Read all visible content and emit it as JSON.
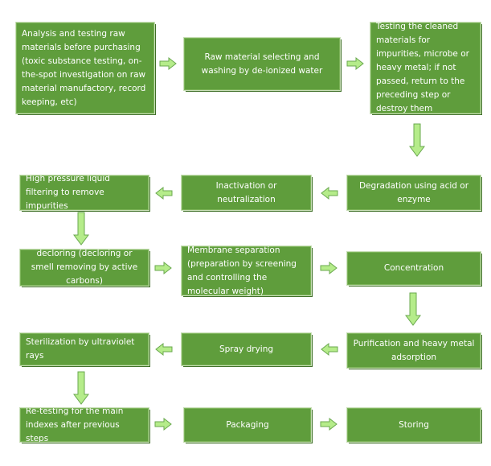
{
  "steps": [
    "Analysis and testing raw materials before purchasing (toxic substance testing, on-the-spot investigation on raw material manufactory, record keeping, etc)",
    "Raw material selecting and washing by de-ionized water",
    "Testing the cleaned materials for impurities, microbe or heavy metal; if not passed, return to the preceding step or destroy them",
    "Degradation using acid or enzyme",
    "Inactivation or neutralization",
    "High pressure liquid filtering to remove impurities",
    "decloring (decloring or smell removing by active carbons)",
    "Membrane separation (preparation by screening and controlling the molecular weight)",
    "Concentration",
    "Purification and heavy metal adsorption",
    "Spray drying",
    "Sterilization by ultraviolet rays",
    "Re-testing for the main indexes after previous steps",
    "Packaging",
    "Storing"
  ],
  "colors": {
    "box_fill": "#5f9d3c",
    "arrow_fill": "#b5ec8a",
    "arrow_stroke": "#6aa84f"
  }
}
